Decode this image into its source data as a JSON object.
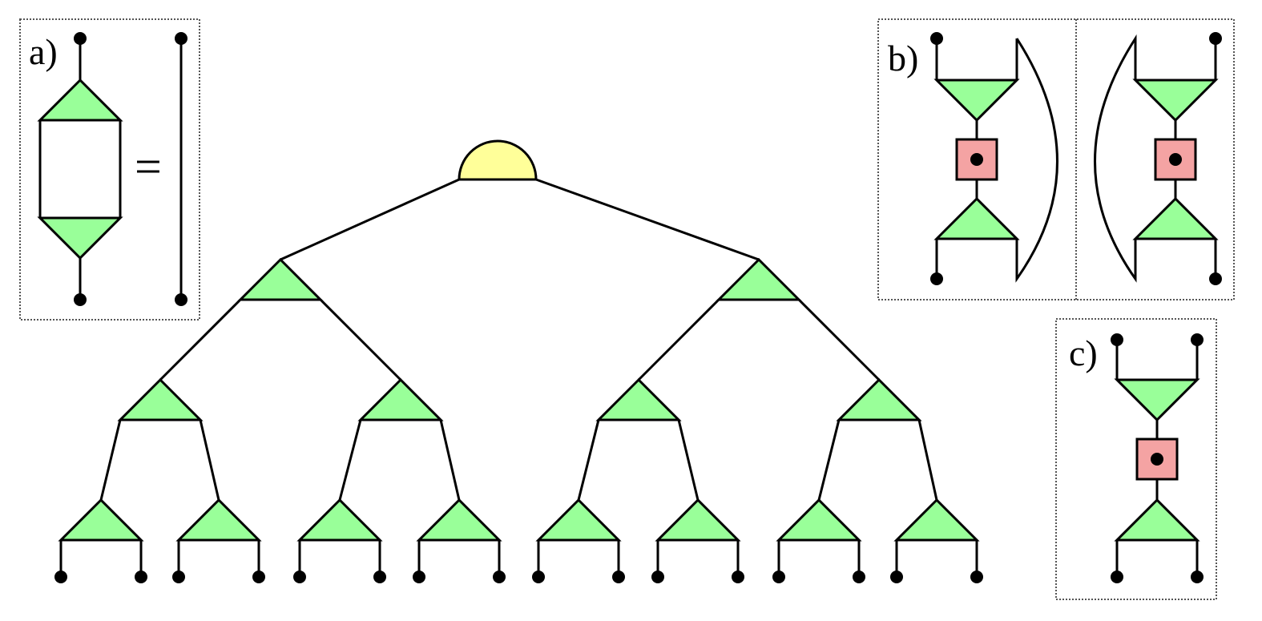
{
  "panel_labels": {
    "a": "a)",
    "b": "b)",
    "c": "c)"
  },
  "equals_sign": "=",
  "colors": {
    "isometry": "#99ff99",
    "top_tensor": "#ffff99",
    "operator": "#f4a3a3",
    "line": "#000000"
  },
  "tree": {
    "levels": 4,
    "leaf_count": 16
  }
}
